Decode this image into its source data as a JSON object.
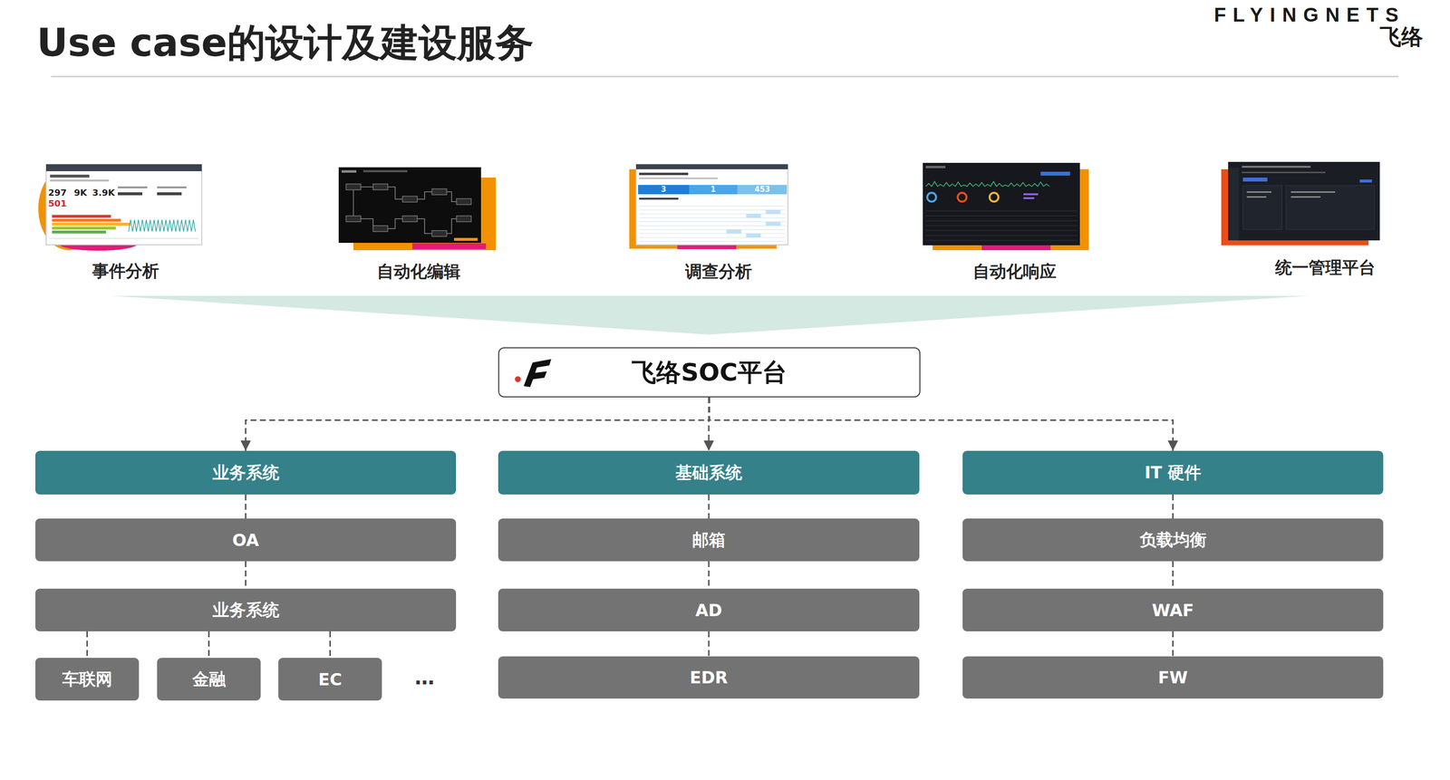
{
  "diagram": {
    "title": "Use case的设计及建设服务",
    "nodes": [
      {
        "text": [
          "事件分析"
        ]
      },
      {
        "text": [
          "自动化编辑"
        ]
      },
      {
        "text": [
          "调查分析"
        ]
      },
      {
        "text": [
          "自动化响应"
        ]
      },
      {
        "text": [
          "统一管理平台"
        ]
      },
      {
        "text": [
          "飞络SOC平台"
        ]
      },
      {
        "text": [
          "业务系统"
        ]
      },
      {
        "text": [
          "基础系统"
        ]
      },
      {
        "text": [
          "IT 硬件"
        ]
      },
      {
        "text": [
          "OA"
        ]
      },
      {
        "text": [
          "邮箱"
        ]
      },
      {
        "text": [
          "负载均衡"
        ]
      },
      {
        "text": [
          "业务系统"
        ]
      },
      {
        "text": [
          "AD"
        ]
      },
      {
        "text": [
          "WAF"
        ]
      },
      {
        "text": [
          "车联网"
        ]
      },
      {
        "text": [
          "金融"
        ]
      },
      {
        "text": [
          "EC"
        ]
      },
      {
        "text": [
          "EDR"
        ]
      },
      {
        "text": [
          "FW"
        ]
      }
    ],
    "edges": [
      {
        "from": 5,
        "to": 6,
        "arrow": "to"
      },
      {
        "from": 5,
        "to": 7,
        "arrow": "to"
      },
      {
        "from": 5,
        "to": 8,
        "arrow": "to"
      },
      {
        "from": 6,
        "to": 9,
        "arrow": "none"
      },
      {
        "from": 9,
        "to": 12,
        "arrow": "none"
      },
      {
        "from": 12,
        "to": 15,
        "arrow": "none"
      },
      {
        "from": 12,
        "to": 16,
        "arrow": "none"
      },
      {
        "from": 12,
        "to": 17,
        "arrow": "none"
      },
      {
        "from": 7,
        "to": 10,
        "arrow": "none"
      },
      {
        "from": 10,
        "to": 13,
        "arrow": "none"
      },
      {
        "from": 13,
        "to": 18,
        "arrow": "none"
      },
      {
        "from": 8,
        "to": 11,
        "arrow": "none"
      },
      {
        "from": 11,
        "to": 14,
        "arrow": "none"
      },
      {
        "from": 14,
        "to": 19,
        "arrow": "none"
      }
    ],
    "labels": [
      "FLYINGNETS",
      "飞络",
      "297",
      "9K",
      "3.9K",
      "501",
      "3",
      "1",
      "453",
      "…"
    ]
  }
}
